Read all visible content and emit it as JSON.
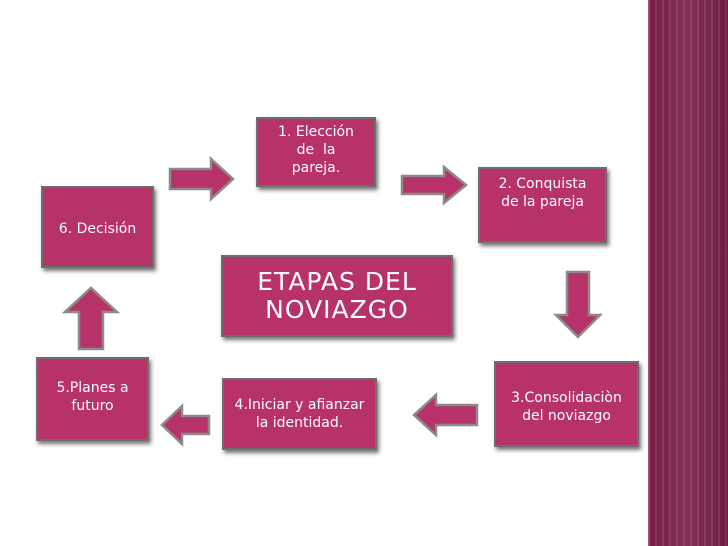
{
  "title": {
    "line1": "ETAPAS DEL",
    "line2": "NOVIAZGO"
  },
  "stages": [
    {
      "number": "1",
      "lines": [
        "1. Elección",
        "de  la",
        "pareja."
      ]
    },
    {
      "number": "2",
      "lines": [
        "2. Conquista",
        "de la pareja"
      ]
    },
    {
      "number": "3",
      "lines": [
        "3.Consolidaciòn",
        "del noviazgo"
      ]
    },
    {
      "number": "4",
      "lines": [
        "4.Iniciar y afianzar",
        "la identidad."
      ]
    },
    {
      "number": "5",
      "lines": [
        "5.Planes a",
        "futuro"
      ]
    },
    {
      "number": "6",
      "lines": [
        "6. Decisión"
      ]
    }
  ],
  "colors": {
    "box_fill": "#b8326a",
    "box_border": "#6e6e6e",
    "arrow_outline": "#8a8a8a",
    "side_stripe": "#7a1f47",
    "text": "#ffffff"
  },
  "flow": [
    "stage-1",
    "stage-2",
    "stage-3",
    "stage-4",
    "stage-5",
    "stage-6",
    "stage-1"
  ]
}
